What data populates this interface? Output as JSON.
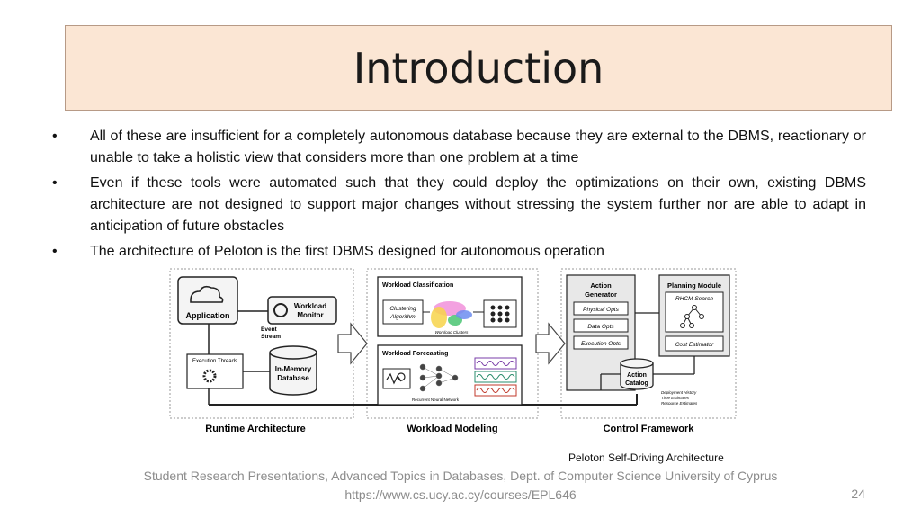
{
  "slide": {
    "title": "Introduction",
    "bullets": [
      {
        "symbol": "•",
        "text": "All of these are insufficient for a completely autonomous database because they are external to the DBMS, reactionary or unable to take a holistic view that considers more than one problem at a time"
      },
      {
        "symbol": "•",
        "text": "Even if these tools were automated such that they could deploy the optimizations on their own, existing DBMS architecture are not designed to support major changes without stressing the system further nor are able to adapt in anticipation of future obstacles"
      },
      {
        "symbol": "•",
        "text": "The architecture of Peloton is the first DBMS designed for autonomous operation"
      }
    ],
    "caption": "Peloton Self-Driving Architecture",
    "footer": {
      "line1": "Student Research Presentations, Advanced Topics in Databases, Dept. of Computer Science University of Cyprus",
      "line2": "https://www.cs.ucy.ac.cy/courses/EPL646",
      "page": "24"
    }
  },
  "diagram": {
    "runtime": {
      "label": "Runtime Architecture",
      "application": "Application",
      "workload_monitor": [
        "Workload",
        "Monitor"
      ],
      "event_stream": [
        "Event",
        "Stream"
      ],
      "execution_threads": "Execution Threads",
      "database": [
        "In-Memory",
        "Database"
      ]
    },
    "modeling": {
      "label": "Workload Modeling",
      "classification": "Workload Classification",
      "clustering": [
        "Clustering",
        "Algorithm"
      ],
      "clusters": "Workload Clusters",
      "forecasting": "Workload Forecasting",
      "rnn": "Recurrent Neural Network"
    },
    "control": {
      "label": "Control Framework",
      "action_generator": [
        "Action",
        "Generator"
      ],
      "opts": [
        "Physical Opts",
        "Data Opts",
        "Execution Opts"
      ],
      "planning": "Planning Module",
      "rhcm": "RHCM Search",
      "cost": "Cost Estimator",
      "catalog": [
        "Action",
        "Catalog"
      ],
      "history": [
        "Deployment History",
        "Time Estimates",
        "Resource Estimates"
      ]
    },
    "colors": {
      "panel": "#e8e8e8",
      "box": "#ffffff",
      "border": "#222222",
      "arrow_fill": "#ffffff"
    }
  }
}
